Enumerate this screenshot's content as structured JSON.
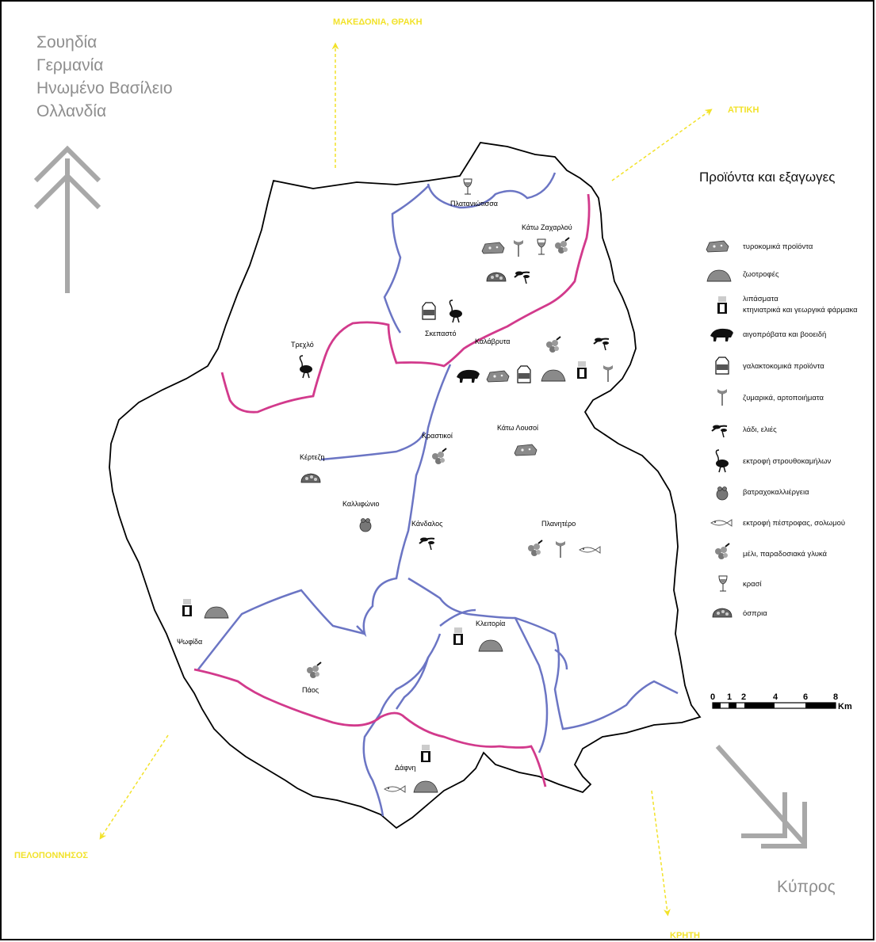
{
  "export_countries": [
    "Σουηδία",
    "Γερμανία",
    "Ηνωμένο Βασίλειο",
    "Ολλανδία"
  ],
  "directions": {
    "north": "ΜΑΚΕΔΟΝΙΑ, ΘΡΑΚΗ",
    "northeast": "ΑΤΤΙΚΗ",
    "southwest": "ΠΕΛΟΠΟΝΝΗΣΟΣ",
    "south": "ΚΡΗΤΗ",
    "southeast": "Κύπρος"
  },
  "places": {
    "platanitsa": "Πλατανιώτισσα",
    "kato_zachlorou": "Κάτω Ζαχαρλού",
    "skepasto": "Σκεπαστό",
    "kalavryta": "Καλάβρυτα",
    "trechlo": "Τρεχλό",
    "kertezi": "Κέρτεζη",
    "krastikoi": "Κραστικοί",
    "kato_lousoi": "Κάτω Λουσοί",
    "kallifonio": "Καλλιφώνιο",
    "kandalos": "Κάνδαλος",
    "planitero": "Πλανητέρο",
    "psofida": "Ψωφίδα",
    "kleitoria": "Κλειτορία",
    "paos": "Πάος",
    "dafni": "Δάφνη"
  },
  "legend": {
    "title": "Προϊόντα και εξαγωγες",
    "items": [
      {
        "icon": "cheese-icon",
        "label": "τυροκομικά προϊόντα"
      },
      {
        "icon": "feed-icon",
        "label": "ζωοτροφές"
      },
      {
        "icon": "fertilizer-icon",
        "label": "λιπάσματα",
        "label2": "κτηνιατρικά και γεωργικά φάρμακα"
      },
      {
        "icon": "livestock-icon",
        "label": "αιγοπρόβατα και βοοειδή"
      },
      {
        "icon": "milk-icon",
        "label": "γαλακτοκομικά προϊόντα"
      },
      {
        "icon": "pasta-icon",
        "label": "ζυμαρικά, αρτοποιήματα"
      },
      {
        "icon": "olive-icon",
        "label": "λάδι, ελιές"
      },
      {
        "icon": "ostrich-icon",
        "label": "εκτροφή στρουθοκαμήλων"
      },
      {
        "icon": "frog-icon",
        "label": "βατραχοκαλλιέργεια"
      },
      {
        "icon": "fish-icon",
        "label": "εκτροφή πέστροφας, σολωμού"
      },
      {
        "icon": "honey-icon",
        "label": "μέλι, παραδοσιακά γλυκά"
      },
      {
        "icon": "wine-icon",
        "label": "κρασί"
      },
      {
        "icon": "legumes-icon",
        "label": "όσπρια"
      }
    ]
  },
  "scale": {
    "ticks": [
      "0",
      "1",
      "2",
      "4",
      "6",
      "8"
    ],
    "unit": "Km"
  },
  "colors": {
    "boundary": "#000000",
    "rivers": "#6b75c4",
    "roads": "#d23a8c",
    "directions": "#f2e22a",
    "arrows": "#a8a8a8"
  }
}
